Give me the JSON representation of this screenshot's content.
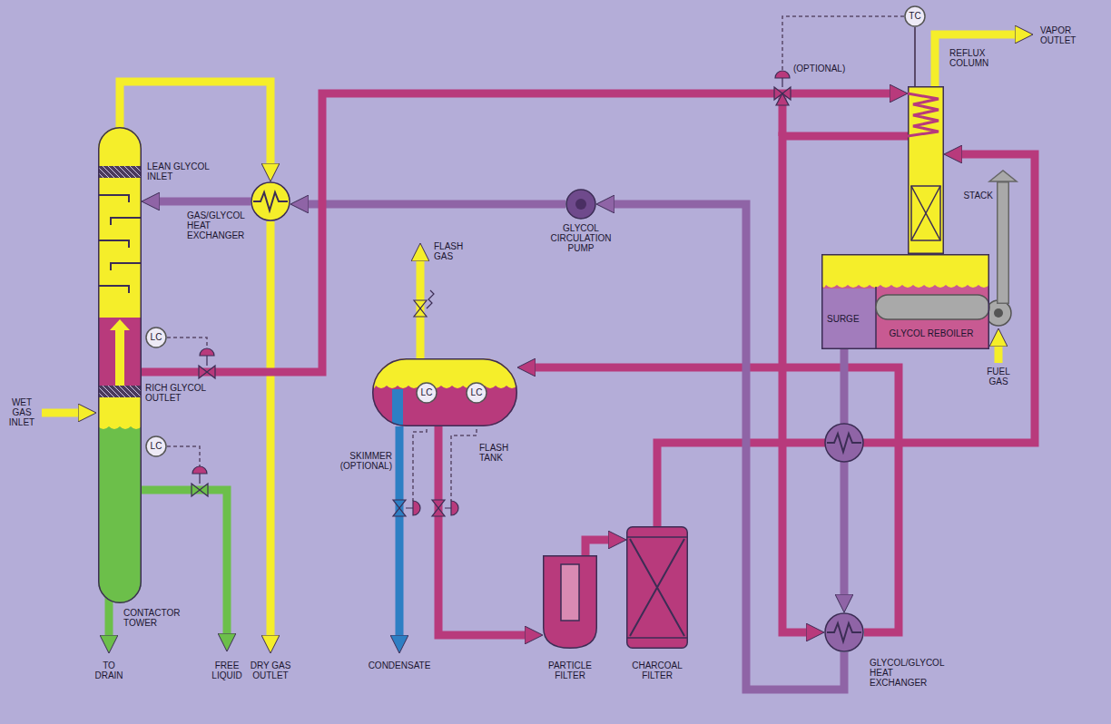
{
  "diagram": {
    "nodes": [
      {
        "text": [
          "CONTACTOR TOWER"
        ]
      },
      {
        "text": [
          "LC"
        ]
      },
      {
        "text": [
          "LC"
        ]
      },
      {
        "text": [
          "GAS/GLYCOL HEAT EXCHANGER"
        ]
      },
      {
        "text": [
          "GLYCOL CIRCULATION PUMP"
        ]
      },
      {
        "text": [
          "FLASH TANK"
        ]
      },
      {
        "text": [
          "LC"
        ],
        "in": 5
      },
      {
        "text": [
          "LC"
        ],
        "in": 5
      },
      {
        "text": [
          "PARTICLE FILTER"
        ]
      },
      {
        "text": [
          "CHARCOAL FILTER"
        ]
      },
      {
        "text": [
          "TC"
        ]
      },
      {
        "text": [
          "REFLUX COLUMN"
        ]
      },
      {
        "text": [
          "SURGE",
          "GLYCOL REBOILER"
        ]
      },
      {
        "text": [
          "STACK"
        ]
      },
      {
        "text": [
          "GLYCOL/GLYCOL HEAT EXCHANGER"
        ]
      }
    ],
    "edges": [
      {
        "from": 0,
        "to": 3,
        "arrow": "to"
      },
      {
        "from": 3,
        "to": 0,
        "arrow": "to"
      },
      {
        "from": 4,
        "to": 3,
        "arrow": "to"
      },
      {
        "from": 0,
        "to": 11,
        "arrow": "to"
      },
      {
        "from": 11,
        "to": 14,
        "arrow": "to"
      },
      {
        "from": 14,
        "to": 5,
        "arrow": "to"
      },
      {
        "from": 5,
        "to": 8,
        "arrow": "to"
      },
      {
        "from": 8,
        "to": 9,
        "arrow": "to"
      },
      {
        "from": 9,
        "to": 11,
        "arrow": "to"
      },
      {
        "from": 12,
        "to": 14,
        "arrow": "to"
      },
      {
        "from": 14,
        "to": 4,
        "arrow": "to"
      }
    ],
    "labels": [
      "WET GAS INLET",
      "LEAN GLYCOL INLET",
      "RICH GLYCOL OUTLET",
      "TO DRAIN",
      "FREE LIQUID",
      "DRY GAS OUTLET",
      "FLASH GAS",
      "SKIMMER (OPTIONAL)",
      "CONDENSATE",
      "(OPTIONAL)",
      "VAPOR OUTLET",
      "FUEL GAS"
    ]
  }
}
